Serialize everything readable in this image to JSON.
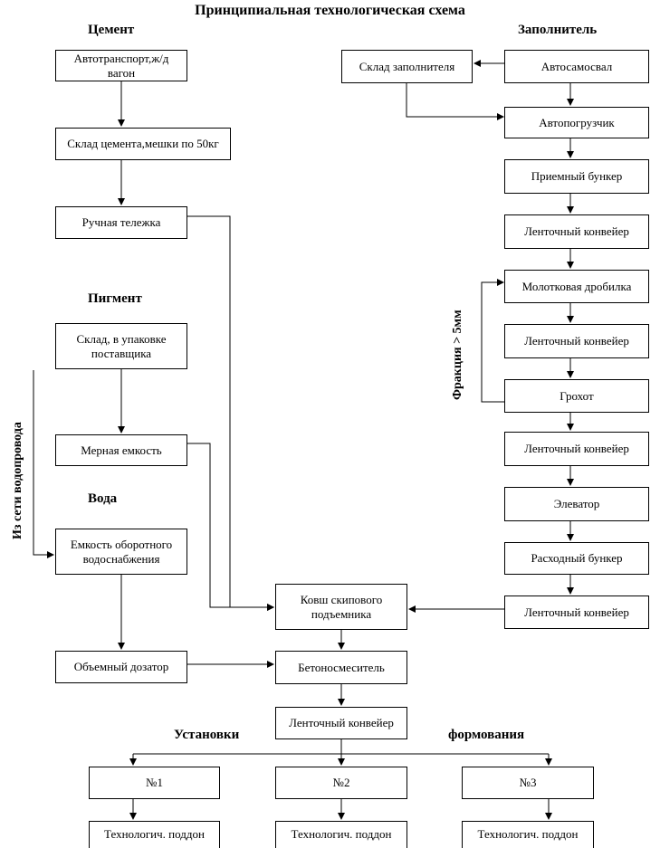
{
  "title": "Принципиальная технологическая схема",
  "headings": {
    "cement": "Цемент",
    "aggregate": "Заполнитель",
    "pigment": "Пигмент",
    "water": "Вода",
    "installations": "Установки",
    "forming": "формования"
  },
  "side_labels": {
    "water_supply": "Из сети водопровода",
    "fraction": "Фракция > 5мм"
  },
  "boxes": {
    "transport": "Автотранспорт,ж/д вагон",
    "cement_store": "Склад цемента,мешки по 50кг",
    "hand_cart": "Ручная тележка",
    "pigment_store": "Склад, в упаковке поставщика",
    "measure_tank": "Мерная емкость",
    "water_tank": "Емкость оборотного водоснабжения",
    "volume_dispenser": "Объемный дозатор",
    "aggregate_store": "Склад заполнителя",
    "dump_truck": "Автосамосвал",
    "loader": "Автопогрузчик",
    "receiving_bunker": "Приемный бункер",
    "belt_conveyor_1": "Ленточный конвейер",
    "hammer_crusher": "Молотковая дробилка",
    "belt_conveyor_2": "Ленточный конвейер",
    "screen": "Грохот",
    "belt_conveyor_3": "Ленточный конвейер",
    "elevator": "Элеватор",
    "supply_bunker": "Расходный бункер",
    "belt_conveyor_4": "Ленточный конвейер",
    "skip_bucket": "Ковш скипового подъемника",
    "concrete_mixer": "Бетоносмеситель",
    "belt_conveyor_5": "Ленточный конвейер",
    "unit_1": "№1",
    "unit_2": "№2",
    "unit_3": "№3",
    "pallet_1": "Технологич. поддон",
    "pallet_2": "Технологич. поддон",
    "pallet_3": "Технологич. поддон"
  }
}
